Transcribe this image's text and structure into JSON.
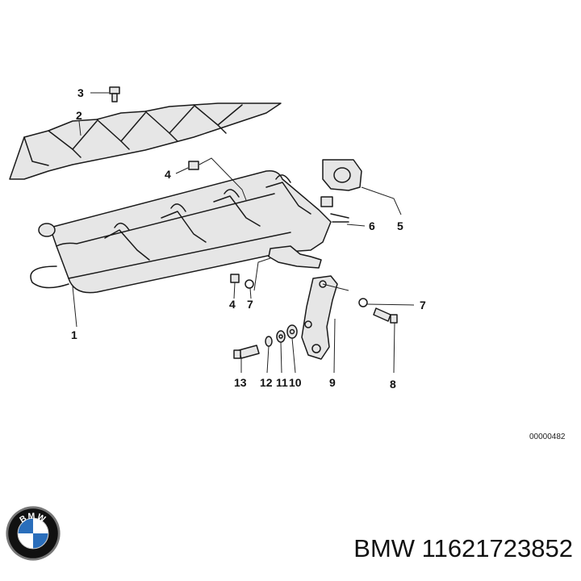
{
  "diagram": {
    "callouts": {
      "c1": "1",
      "c2": "2",
      "c3": "3",
      "c4a": "4",
      "c4b": "4",
      "c5": "5",
      "c6": "6",
      "c7a": "7",
      "c7b": "7",
      "c8": "8",
      "c9": "9",
      "c10": "10",
      "c11": "11",
      "c12": "12",
      "c13": "13"
    },
    "reference_code": "00000482"
  },
  "brand": {
    "logo_text": "BMW",
    "colors": {
      "blue": "#2a6ebb",
      "white": "#ffffff",
      "ring": "#111111",
      "rim": "#777777"
    }
  },
  "caption": "BMW 11621723852"
}
